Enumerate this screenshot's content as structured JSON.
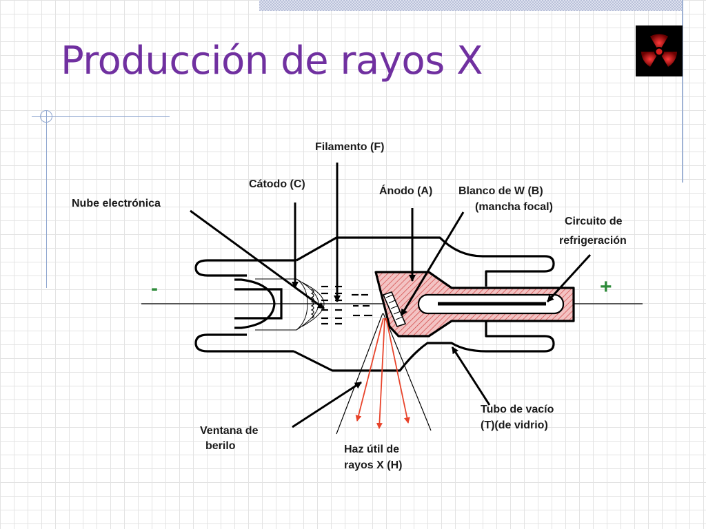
{
  "slide": {
    "title": "Producción de rayos X",
    "logo_icon": "radiation-icon",
    "accent_title_color": "#7030a0",
    "anode_fill_color": "#f3c3c3",
    "xray_beam_color": "#e8432a",
    "polarity_color": "#2e8b3a"
  },
  "diagram": {
    "labels": {
      "filament": "Filamento (F)",
      "cathode": "Cátodo (C)",
      "electron_cloud": "Nube electrónica",
      "anode": "Ánodo (A)",
      "target_line1": "Blanco de W (B)",
      "target_line2": "(mancha focal)",
      "cooling_line1": "Circuito de",
      "cooling_line2": "refrigeración",
      "vacuum_tube_line1": "Tubo de vacío",
      "vacuum_tube_line2": "(T)(de vidrio)",
      "window_line1": "Ventana de",
      "window_line2": "berilo",
      "beam_line1": "Haz útil de",
      "beam_line2": "rayos X (H)"
    },
    "polarity": {
      "negative": "-",
      "positive": "+"
    }
  }
}
